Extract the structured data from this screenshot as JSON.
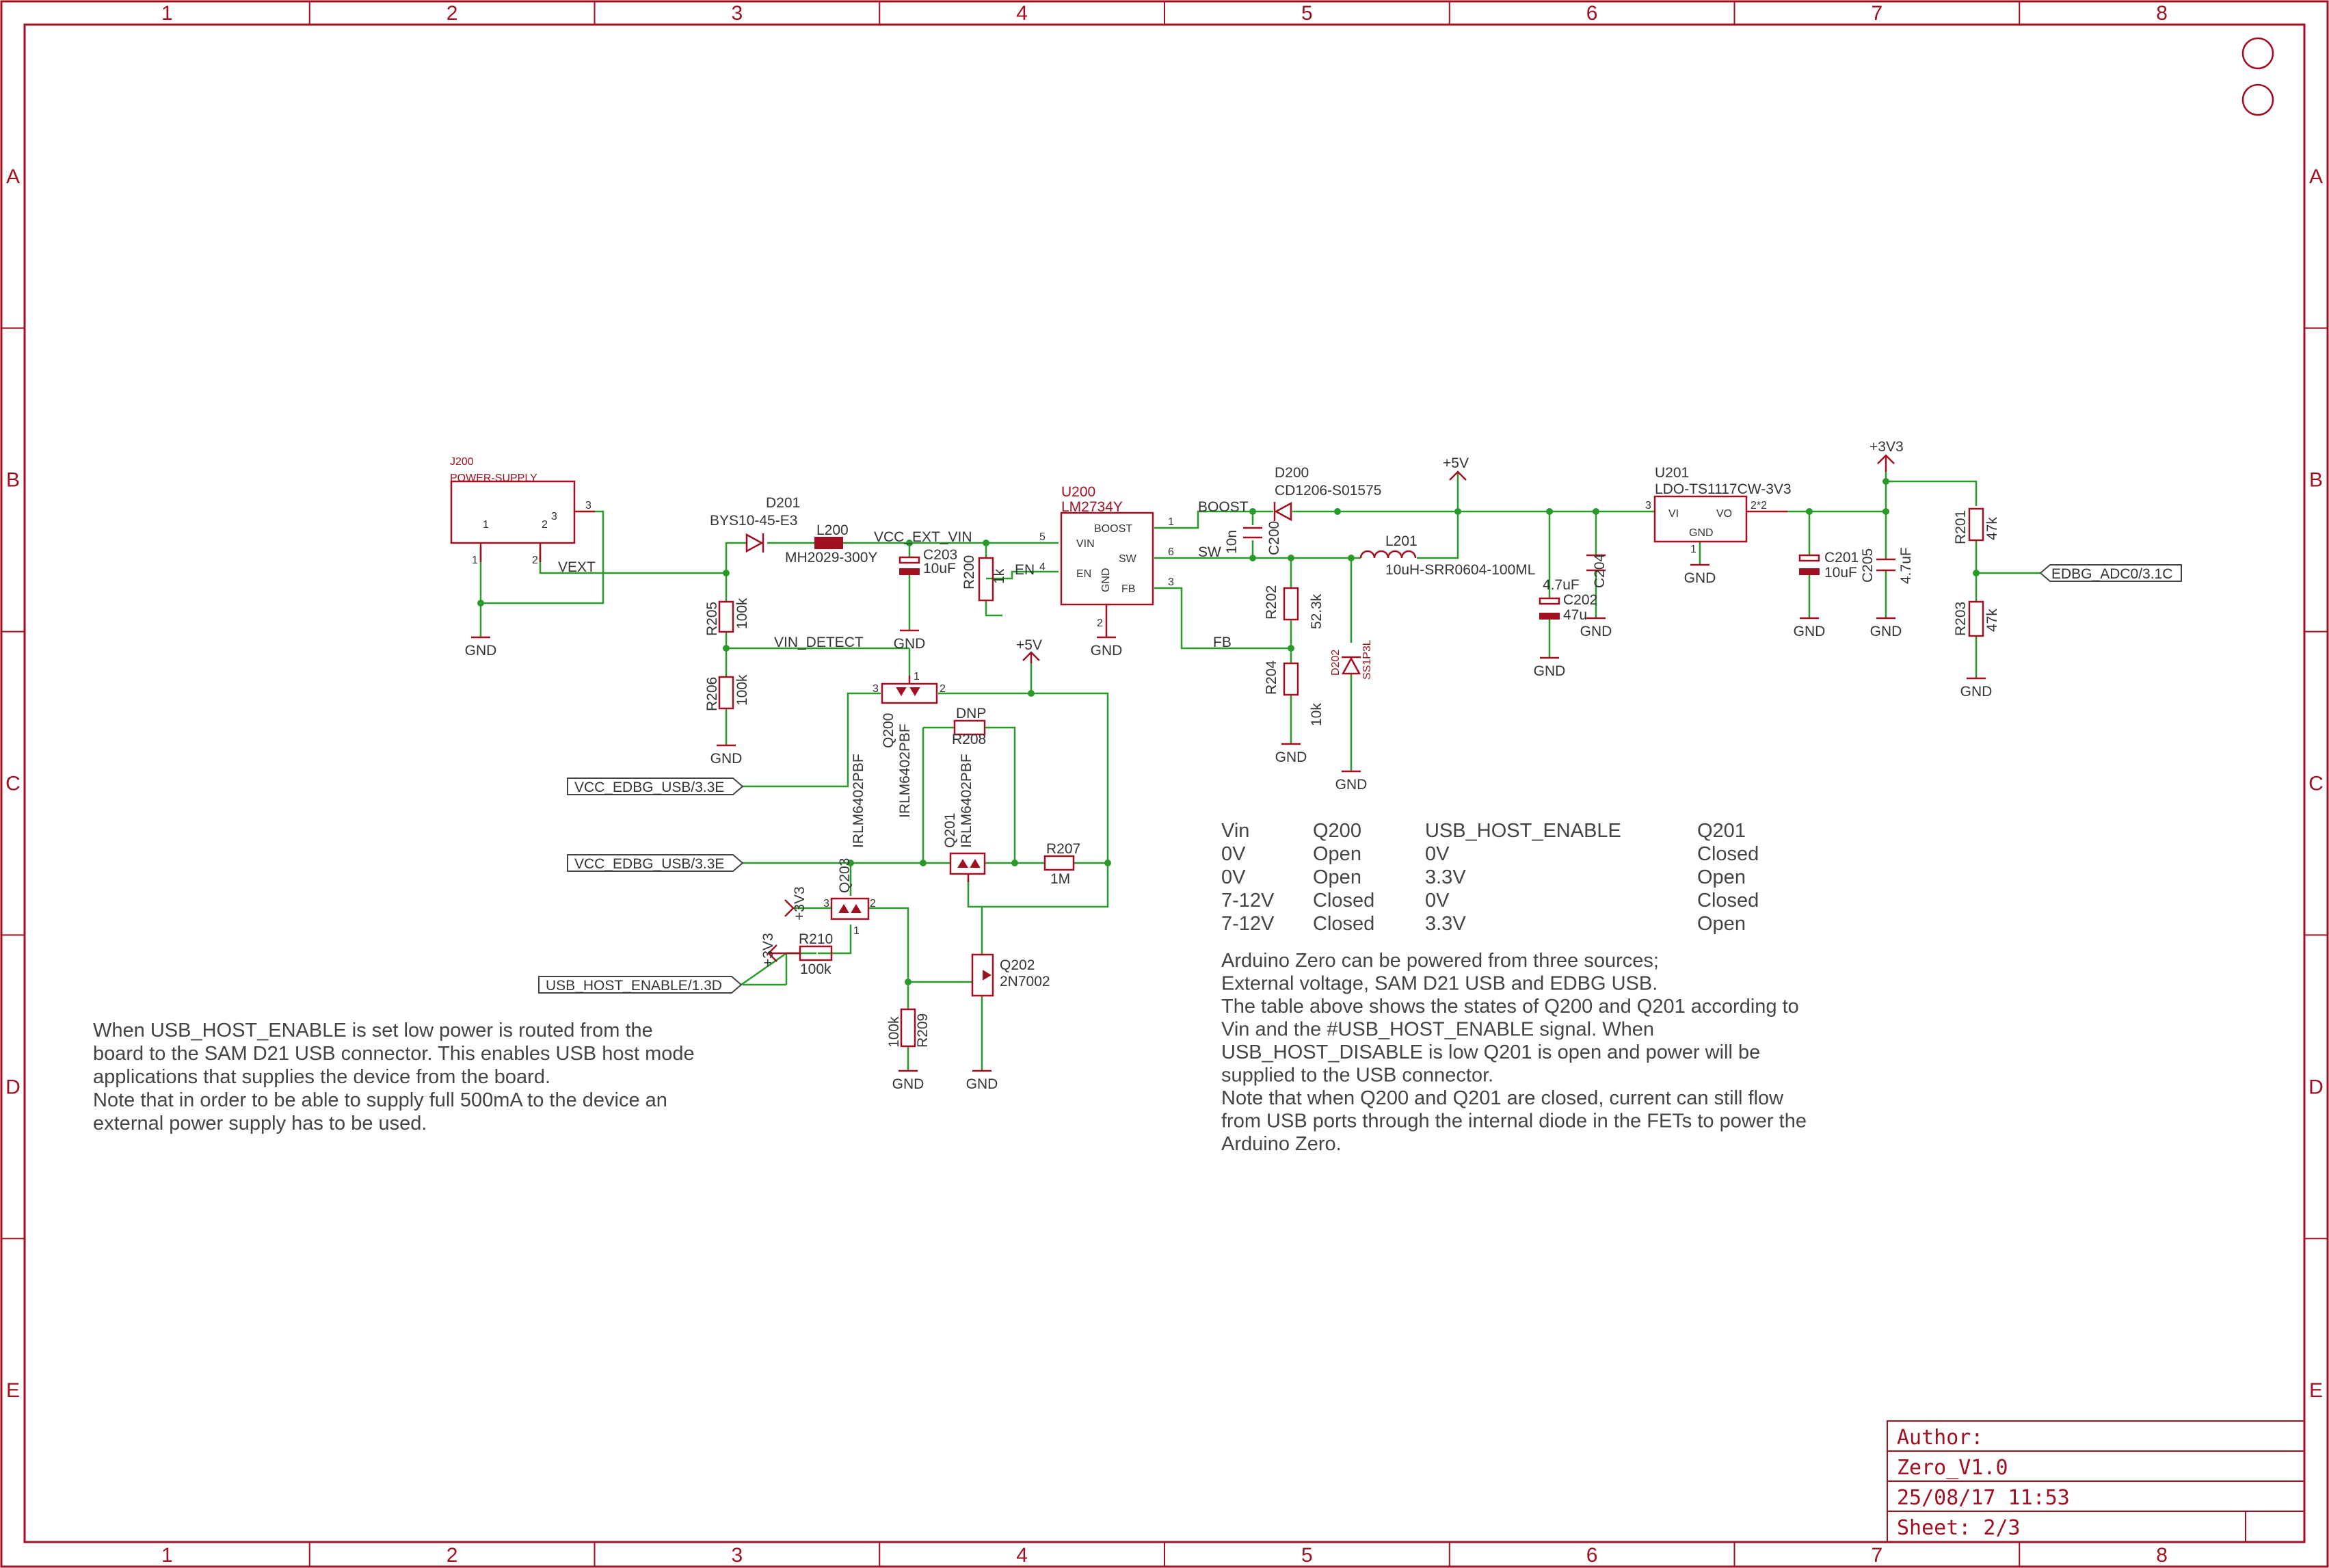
{
  "frame": {
    "columns": [
      "1",
      "2",
      "3",
      "4",
      "5",
      "6",
      "7",
      "8"
    ],
    "rows": [
      "A",
      "B",
      "C",
      "D",
      "E"
    ]
  },
  "title_block": {
    "author": "Author:",
    "project": "Zero_V1.0",
    "datetime": "25/08/17 11:53",
    "sheet": "Sheet: 2/3"
  },
  "parts": {
    "J200": {
      "ref": "J200",
      "value": "POWER-SUPPLY",
      "pin1": "1",
      "pin2": "2",
      "pin3": "3",
      "pin3b": "3",
      "pin2b": "2",
      "pin1b": "1"
    },
    "D201": {
      "ref": "D201",
      "value": "BYS10-45-E3"
    },
    "L200": {
      "ref": "L200",
      "value": "MH2029-300Y"
    },
    "C203": {
      "ref": "C203",
      "value": "10uF"
    },
    "R200": {
      "ref": "R200",
      "value": "1k"
    },
    "U200": {
      "ref": "U200",
      "value": "LM2734Y",
      "pin_vin": "VIN",
      "pin_boost": "BOOST",
      "pin_sw": "SW",
      "pin_en": "EN",
      "pin_gnd": "GND",
      "pin_fb": "FB",
      "n5": "5",
      "n1": "1",
      "n6": "6",
      "n4": "4",
      "n3": "3",
      "n2": "2"
    },
    "C200": {
      "ref": "C200",
      "value": "10n"
    },
    "D200": {
      "ref": "D200",
      "value": "CD1206-S01575"
    },
    "L201": {
      "ref": "L201",
      "value": "10uH-SRR0604-100ML"
    },
    "R202": {
      "ref": "R202",
      "value": "52.3k"
    },
    "R204": {
      "ref": "R204",
      "value": "10k"
    },
    "D202": {
      "ref": "D202",
      "value": "SS1P3L"
    },
    "C202": {
      "ref": "C202",
      "value": "47u"
    },
    "C204": {
      "ref": "C204",
      "value": "4.7uF"
    },
    "U201": {
      "ref": "U201",
      "value": "LDO-TS1117CW-3V3",
      "pin_vi": "VI",
      "pin_vo": "VO",
      "pin_gnd": "GND",
      "n3": "3",
      "n2": "2*2",
      "n1": "1"
    },
    "C201": {
      "ref": "C201",
      "value": "10uF"
    },
    "C205": {
      "ref": "C205",
      "value": "4.7uF"
    },
    "R201": {
      "ref": "R201",
      "value": "47k"
    },
    "R203": {
      "ref": "R203",
      "value": "47k"
    },
    "R205": {
      "ref": "R205",
      "value": "100k"
    },
    "R206": {
      "ref": "R206",
      "value": "100k"
    },
    "Q200": {
      "ref": "Q200",
      "value": "IRLM6402PBF",
      "n3": "3",
      "n2": "2",
      "n1": "1"
    },
    "R208": {
      "ref": "R208",
      "value": "DNP"
    },
    "Q201": {
      "ref": "Q201",
      "value": "IRLM6402PBF"
    },
    "R207": {
      "ref": "R207",
      "value": "1M"
    },
    "Q203": {
      "ref": "Q203",
      "value": "IRLM6402PBF",
      "n3": "3",
      "n2": "2",
      "n1": "1"
    },
    "R210": {
      "ref": "R210",
      "value": "100k"
    },
    "Q202": {
      "ref": "Q202",
      "value": "2N7002"
    },
    "R209": {
      "ref": "R209",
      "value": "100k"
    }
  },
  "nets": {
    "vext": "VEXT",
    "vcc_ext_vin": "VCC_EXT_VIN",
    "en": "EN",
    "boost": "BOOST",
    "sw": "SW",
    "fb": "FB",
    "vin_detect": "VIN_DETECT",
    "p5v_top": "+5V",
    "p5v_mid": "+5V",
    "p3v3_top": "+3V3",
    "p3v3_a": "+3V3",
    "p3v3_b": "+3V3"
  },
  "grounds": [
    "GND",
    "GND",
    "GND",
    "GND",
    "GND",
    "GND",
    "GND",
    "GND",
    "GND",
    "GND",
    "GND",
    "GND",
    "GND",
    "GND"
  ],
  "ports": {
    "edbg_adc": "EDBG_ADC0/3.1C",
    "vcc_edbg_1": "VCC_EDBG_USB/3.3E",
    "vcc_edbg_2": "VCC_EDBG_USB/3.3E",
    "usb_host_enable": "USB_HOST_ENABLE/1.3D"
  },
  "state_table": {
    "headers": [
      "Vin",
      "Q200",
      "USB_HOST_ENABLE",
      "Q201"
    ],
    "rows": [
      [
        "0V",
        "Open",
        "0V",
        "Closed"
      ],
      [
        "0V",
        "Open",
        "3.3V",
        "Open"
      ],
      [
        "7-12V",
        "Closed",
        "0V",
        "Closed"
      ],
      [
        "7-12V",
        "Closed",
        "3.3V",
        "Open"
      ]
    ]
  },
  "notes": {
    "left": [
      "When USB_HOST_ENABLE is set low power is routed from the",
      "board to the SAM D21 USB connector. This enables USB host mode",
      "applications that supplies the device from the board.",
      "Note that in order to be able to supply full 500mA to the device an",
      "external power supply has to be used."
    ],
    "right": [
      "Arduino Zero can be powered from three sources;",
      "External voltage, SAM D21 USB and EDBG USB.",
      "The table above shows the states of Q200 and Q201 according to",
      "Vin and the #USB_HOST_ENABLE signal. When",
      "USB_HOST_DISABLE is low Q201 is open and power will be",
      "supplied to the USB connector.",
      "Note that when Q200 and Q201 are closed, current can still flow",
      "from USB ports through the internal diode in the FETs to power the",
      "Arduino Zero."
    ]
  },
  "colors": {
    "frame": "#a01020",
    "wire": "#2a9a2a",
    "text": "#333333"
  }
}
